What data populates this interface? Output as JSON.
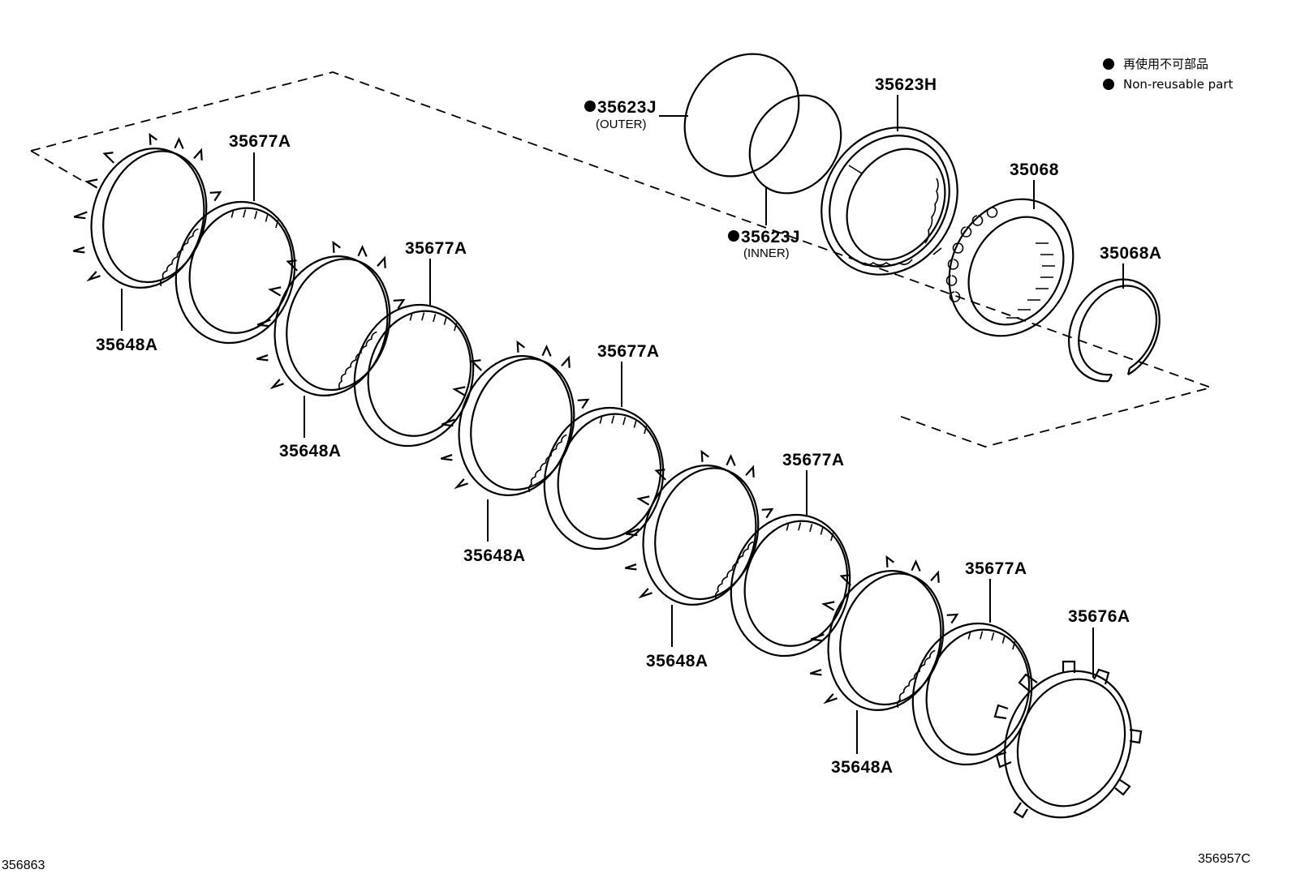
{
  "legend": {
    "jp": "再使用不可部品",
    "en": "Non-reusable part"
  },
  "labels": {
    "p35623j_outer": "35623J",
    "outer": "(OUTER)",
    "p35623j_inner": "35623J",
    "inner": "(INNER)",
    "p35623h": "35623H",
    "p35068": "35068",
    "p35068a": "35068A",
    "p35677a": "35677A",
    "p35648a": "35648A",
    "p35676a": "35676A"
  },
  "codes": {
    "left": "356863",
    "right": "356957C"
  }
}
